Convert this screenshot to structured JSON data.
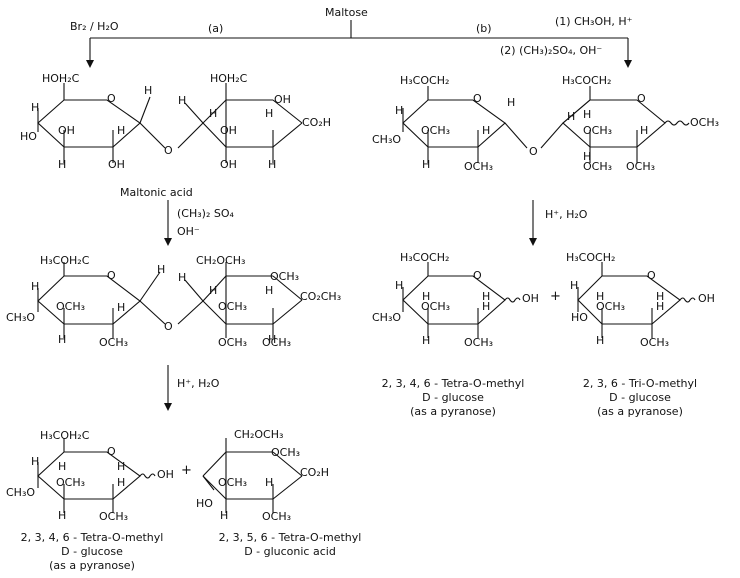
{
  "scheme": {
    "start": "Maltose",
    "route_a": {
      "letter": "(a)",
      "reagent": "Br₂ / H₂O"
    },
    "route_b": {
      "letter": "(b)",
      "step1": "(1) CH₃OH, H⁺",
      "step2": "(2) (CH₃)₂SO₄, OH⁻"
    },
    "maltonic_acid": {
      "caption": "Maltonic acid",
      "labels": [
        "HOH₂C",
        "HOH₂C",
        "O",
        "O",
        "H",
        "H",
        "H",
        "HO",
        "OH",
        "H",
        "H",
        "OH",
        "H",
        "H",
        "OH",
        "OH",
        "OH",
        "H",
        "CO₂H"
      ]
    },
    "methylation_reagents": {
      "line1": "(CH₃)₂ SO₄",
      "line2": "OH⁻"
    },
    "methylated_maltonic": {
      "labels": [
        "H₃COH₂C",
        "CH₂OCH₃",
        "OCH₃",
        "O",
        "O",
        "H",
        "H",
        "H",
        "CH₃O",
        "OCH₃",
        "H",
        "H",
        "OCH₃",
        "H",
        "H",
        "OCH₃",
        "OCH₃",
        "OCH₃",
        "H",
        "CO₂CH₃"
      ]
    },
    "hydrolysis_left": "H⁺, H₂O",
    "product_left_1": {
      "labels": [
        "H₃COH₂C",
        "O",
        "H",
        "H",
        "CH₃O",
        "OCH₃",
        "H",
        "H",
        "OCH₃",
        "H",
        "OH"
      ],
      "name1": "2, 3, 4, 6 - Tetra-O-methyl",
      "name2": "D - glucose",
      "name3": "(as a pyranose)"
    },
    "plus_left": "+",
    "product_left_2": {
      "labels": [
        "CH₂OCH₃",
        "OCH₃",
        "HO",
        "OCH₃",
        "H",
        "H",
        "OCH₃",
        "CO₂H"
      ],
      "name1": "2, 3, 5, 6 - Tetra-O-methyl",
      "name2": "D - gluconic acid"
    },
    "permethyl_maltoside": {
      "labels": [
        "H₃COCH₂",
        "H₃COCH₂",
        "O",
        "O",
        "O",
        "H",
        "H",
        "H",
        "CH₃O",
        "OCH₃",
        "H",
        "H",
        "OCH₃",
        "H",
        "H",
        "OCH₃",
        "OCH₃",
        "OCH₃",
        "H",
        "OCH₃"
      ]
    },
    "hydrolysis_right": "H⁺, H₂O",
    "product_right_1": {
      "labels": [
        "H₃COCH₂",
        "O",
        "H",
        "H",
        "CH₃O",
        "OCH₃",
        "H",
        "H",
        "OCH₃",
        "H",
        "OH"
      ],
      "name1": "2, 3, 4, 6 - Tetra-O-methyl",
      "name2": "D - glucose",
      "name3": "(as a pyranose)"
    },
    "plus_right": "+",
    "product_right_2": {
      "labels": [
        "H₃COCH₂",
        "O",
        "H",
        "H",
        "HO",
        "OCH₃",
        "H",
        "H",
        "OCH₃",
        "H",
        "OH"
      ],
      "name1": "2, 3, 6 - Tri-O-methyl",
      "name2": "D - glucose",
      "name3": "(as a pyranose)"
    }
  }
}
